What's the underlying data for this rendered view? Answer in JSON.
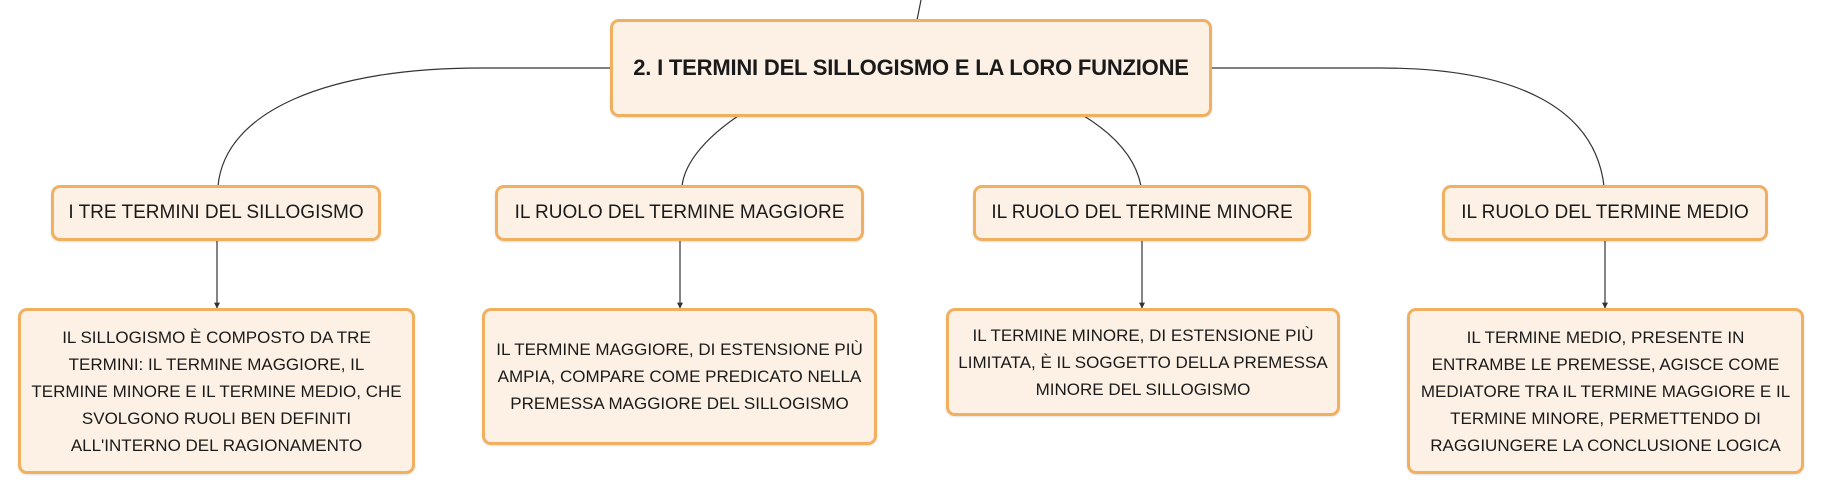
{
  "colors": {
    "node_border": "#f0b060",
    "node_fill": "#fdf1e5",
    "text": "#1a1a1a",
    "connector": "#333333"
  },
  "root": {
    "title": "2. I TERMINI DEL SILLOGISMO E LA LORO FUNZIONE"
  },
  "branches": [
    {
      "topic": "I TRE TERMINI DEL SILLOGISMO",
      "detail": "IL SILLOGISMO È COMPOSTO DA TRE TERMINI: IL TERMINE MAGGIORE, IL TERMINE MINORE E IL TERMINE MEDIO, CHE SVOLGONO RUOLI BEN DEFINITI ALL'INTERNO DEL RAGIONAMENTO"
    },
    {
      "topic": "IL RUOLO DEL TERMINE MAGGIORE",
      "detail": "IL TERMINE MAGGIORE, DI ESTENSIONE PIÙ AMPIA, COMPARE COME PREDICATO NELLA PREMESSA MAGGIORE DEL SILLOGISMO"
    },
    {
      "topic": "IL RUOLO DEL TERMINE MINORE",
      "detail": "IL TERMINE MINORE, DI ESTENSIONE PIÙ LIMITATA, È IL SOGGETTO DELLA PREMESSA MINORE DEL SILLOGISMO"
    },
    {
      "topic": "IL RUOLO DEL TERMINE MEDIO",
      "detail": "IL TERMINE MEDIO, PRESENTE IN ENTRAMBE LE PREMESSE, AGISCE COME MEDIATORE TRA IL TERMINE MAGGIORE E IL TERMINE MINORE, PERMETTENDO DI RAGGIUNGERE LA CONCLUSIONE LOGICA"
    }
  ]
}
